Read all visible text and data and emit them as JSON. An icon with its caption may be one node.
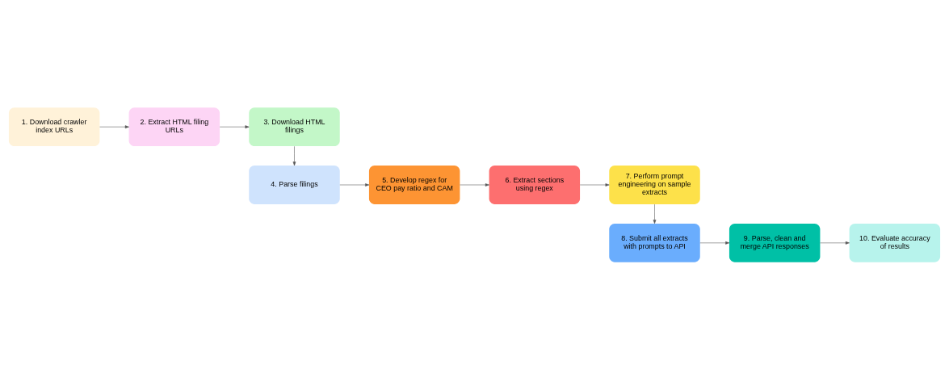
{
  "diagram": {
    "nodes": [
      {
        "text": [
          "1. Download crawler index URLs"
        ]
      },
      {
        "text": [
          "2. Extract HTML filing URLs"
        ]
      },
      {
        "text": [
          "3. Download HTML filings"
        ]
      },
      {
        "text": [
          "4. Parse filings"
        ]
      },
      {
        "text": [
          "5. Develop regex for CEO pay ratio and CAM"
        ]
      },
      {
        "text": [
          "6. Extract sections using regex"
        ]
      },
      {
        "text": [
          "7. Perform prompt engineering on sample extracts"
        ]
      },
      {
        "text": [
          "8. Submit all extracts with prompts to API"
        ]
      },
      {
        "text": [
          "9. Parse, clean and merge API responses"
        ]
      },
      {
        "text": [
          "10. Evaluate accuracy of results"
        ]
      }
    ],
    "edges": [
      {
        "from": 0,
        "to": 1,
        "arrow": "to"
      },
      {
        "from": 1,
        "to": 2,
        "arrow": "to"
      },
      {
        "from": 2,
        "to": 3,
        "arrow": "to"
      },
      {
        "from": 3,
        "to": 4,
        "arrow": "to"
      },
      {
        "from": 4,
        "to": 5,
        "arrow": "to"
      },
      {
        "from": 5,
        "to": 6,
        "arrow": "to"
      },
      {
        "from": 6,
        "to": 7,
        "arrow": "to"
      },
      {
        "from": 7,
        "to": 8,
        "arrow": "to"
      },
      {
        "from": 8,
        "to": 9,
        "arrow": "to"
      }
    ]
  }
}
